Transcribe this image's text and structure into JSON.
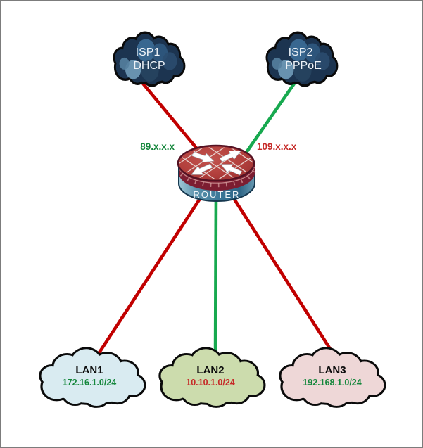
{
  "diagram": {
    "nodes": {
      "isp1": {
        "label": "ISP1",
        "sublabel": "DHCP"
      },
      "isp2": {
        "label": "ISP2",
        "sublabel": "PPPoE"
      },
      "router": {
        "label": "ROUTER",
        "left_wan_ip": "89.x.x.x",
        "right_wan_ip": "109.x.x.x"
      },
      "lan1": {
        "label": "LAN1",
        "subnet": "172.16.1.0/24"
      },
      "lan2": {
        "label": "LAN2",
        "subnet": "10.10.1.0/24"
      },
      "lan3": {
        "label": "LAN3",
        "subnet": "192.168.1.0/24"
      }
    },
    "links": [
      {
        "from": "ISP1",
        "to": "ROUTER",
        "color": "red"
      },
      {
        "from": "ISP2",
        "to": "ROUTER",
        "color": "green"
      },
      {
        "from": "ROUTER",
        "to": "LAN1",
        "color": "red"
      },
      {
        "from": "ROUTER",
        "to": "LAN2",
        "color": "green"
      },
      {
        "from": "ROUTER",
        "to": "LAN3",
        "color": "red"
      }
    ],
    "colors": {
      "link_red": "#c10000",
      "link_green": "#17a94f",
      "ip_green": "#15873c",
      "ip_red": "#c62a28",
      "isp_cloud": "#1c3450",
      "lan1_cloud": "#d9ebf1",
      "lan2_cloud": "#ccdcad",
      "lan3_cloud": "#eed7d7"
    }
  }
}
